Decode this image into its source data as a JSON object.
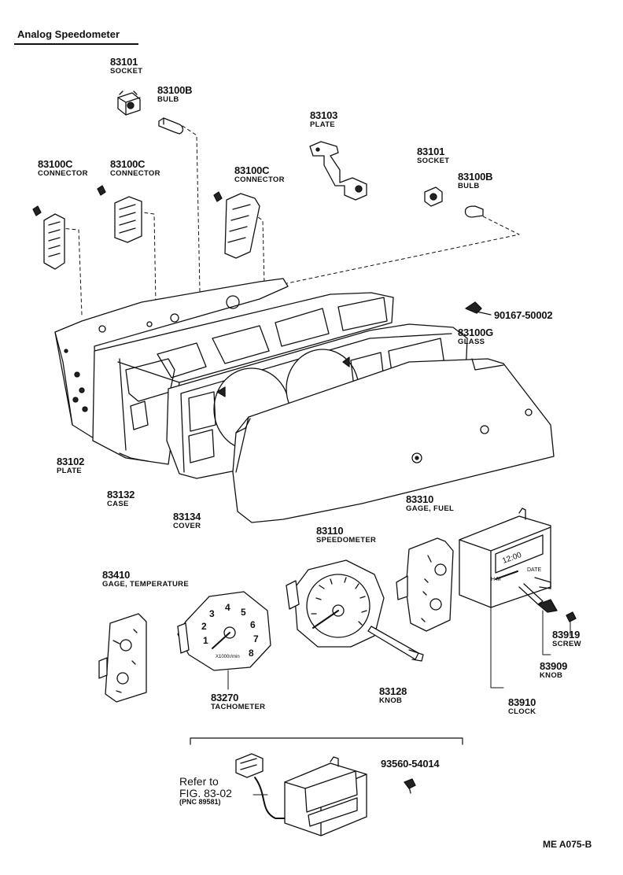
{
  "title": "Analog Speedometer",
  "parts": {
    "socket_1": {
      "pn": "83101",
      "name": "SOCKET"
    },
    "bulb_1": {
      "pn": "83100B",
      "name": "BULB"
    },
    "plate_83103": {
      "pn": "83103",
      "name": "PLATE"
    },
    "socket_2": {
      "pn": "83101",
      "name": "SOCKET"
    },
    "bulb_2": {
      "pn": "83100B",
      "name": "BULB"
    },
    "connector_1": {
      "pn": "83100C",
      "name": "CONNECTOR"
    },
    "connector_2": {
      "pn": "83100C",
      "name": "CONNECTOR"
    },
    "connector_3": {
      "pn": "83100C",
      "name": "CONNECTOR"
    },
    "screw_90167": {
      "pn": "90167-50002"
    },
    "glass": {
      "pn": "83100G",
      "name": "GLASS"
    },
    "plate_83102": {
      "pn": "83102",
      "name": "PLATE"
    },
    "case": {
      "pn": "83132",
      "name": "CASE"
    },
    "cover": {
      "pn": "83134",
      "name": "COVER"
    },
    "gage_fuel": {
      "pn": "83310",
      "name": "GAGE, FUEL"
    },
    "speedometer": {
      "pn": "83110",
      "name": "SPEEDOMETER"
    },
    "gage_temp": {
      "pn": "83410",
      "name": "GAGE, TEMPERATURE"
    },
    "tachometer": {
      "pn": "83270",
      "name": "TACHOMETER"
    },
    "knob_83128": {
      "pn": "83128",
      "name": "KNOB"
    },
    "screw_83919": {
      "pn": "83919",
      "name": "SCREW"
    },
    "knob_83909": {
      "pn": "83909",
      "name": "KNOB"
    },
    "clock": {
      "pn": "83910",
      "name": "CLOCK"
    },
    "clock_alt": {
      "pn": "93560-54014"
    }
  },
  "refer": {
    "line1": "Refer to",
    "line2": "FIG. 83-02",
    "line3": "(PNC 89581)"
  },
  "diagram_code": "ME  A075-B",
  "tach_numbers": [
    "1",
    "2",
    "3",
    "4",
    "5",
    "6",
    "7",
    "8"
  ],
  "tach_unit": "X1000r/min",
  "clock_display": "12:00",
  "clock_labels": {
    "hm": "H M",
    "date": "DATE"
  }
}
